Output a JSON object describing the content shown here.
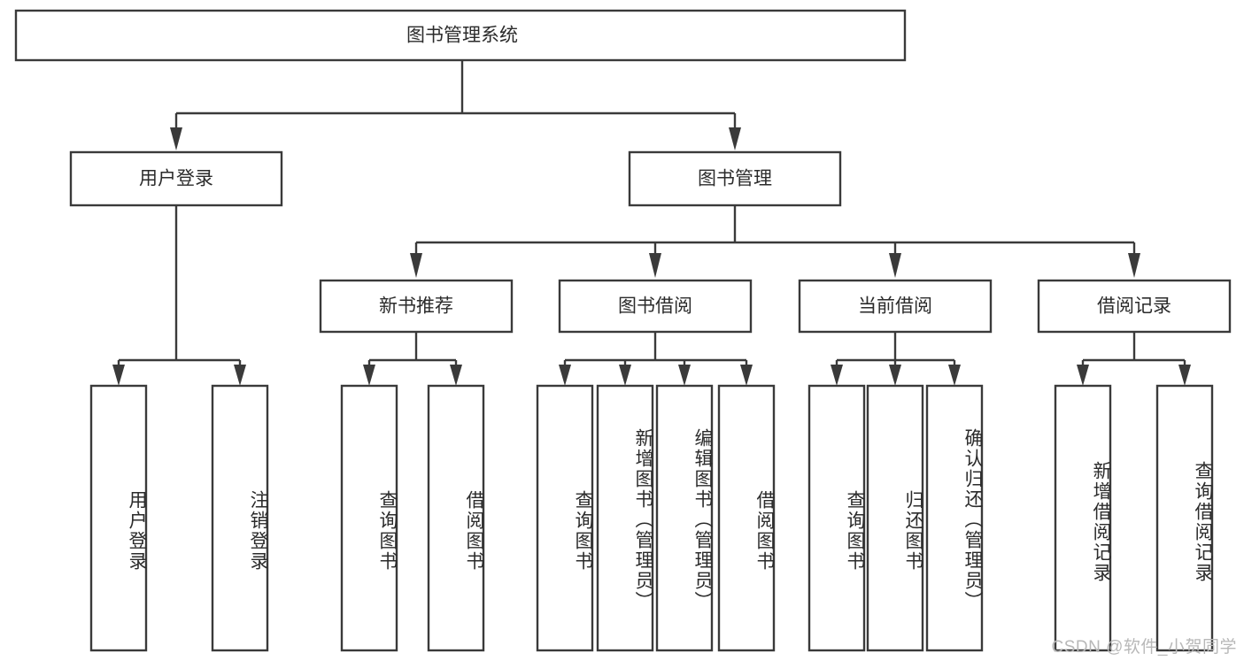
{
  "diagram": {
    "type": "hierarchy-tree",
    "title": "图书管理系统",
    "watermark": "CSDN @软件_小贺同学",
    "root": {
      "label": "图书管理系统",
      "id": "root"
    },
    "level2": [
      {
        "id": "user-login",
        "label": "用户登录"
      },
      {
        "id": "book-manage",
        "label": "图书管理"
      }
    ],
    "level3": [
      {
        "id": "new-book-recommend",
        "label": "新书推荐",
        "parent": "book-manage"
      },
      {
        "id": "book-borrow",
        "label": "图书借阅",
        "parent": "book-manage"
      },
      {
        "id": "current-borrow",
        "label": "当前借阅",
        "parent": "book-manage"
      },
      {
        "id": "borrow-record",
        "label": "借阅记录",
        "parent": "book-manage"
      }
    ],
    "leaves": {
      "user-login": [
        {
          "id": "leaf-user-login",
          "label": "用户登录"
        },
        {
          "id": "leaf-user-logout",
          "label": "注销登录"
        }
      ],
      "new-book-recommend": [
        {
          "id": "leaf-query-book-1",
          "label": "查询图书"
        },
        {
          "id": "leaf-borrow-book-1",
          "label": "借阅图书"
        }
      ],
      "book-borrow": [
        {
          "id": "leaf-query-book-2",
          "label": "查询图书"
        },
        {
          "id": "leaf-add-book",
          "label": "新增图书（管理员）"
        },
        {
          "id": "leaf-edit-book",
          "label": "编辑图书（管理员）"
        },
        {
          "id": "leaf-borrow-book-2",
          "label": "借阅图书"
        }
      ],
      "current-borrow": [
        {
          "id": "leaf-query-book-3",
          "label": "查询图书"
        },
        {
          "id": "leaf-return-book",
          "label": "归还图书"
        },
        {
          "id": "leaf-confirm-return",
          "label": "确认归还（管理员）"
        }
      ],
      "borrow-record": [
        {
          "id": "leaf-add-record",
          "label": "新增借阅记录"
        },
        {
          "id": "leaf-query-record",
          "label": "查询借阅记录"
        }
      ]
    },
    "colors": {
      "stroke": "#3a3a3a",
      "fill": "#ffffff",
      "text": "#2b2b2b",
      "watermark": "#b8b8b8"
    }
  }
}
